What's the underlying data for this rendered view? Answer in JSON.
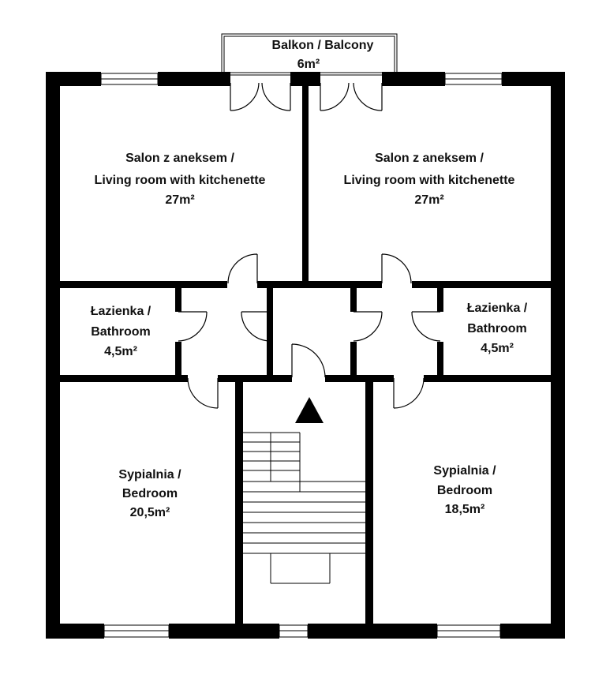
{
  "plan": {
    "balcony": {
      "line1": "Balkon / Balcony",
      "line2": "6m²"
    },
    "living_left": {
      "line1": "Salon z aneksem /",
      "line2": "Living room with kitchenette",
      "line3": "27m²"
    },
    "living_right": {
      "line1": "Salon z aneksem /",
      "line2": "Living room with kitchenette",
      "line3": "27m²"
    },
    "bath_left": {
      "line1": "Łazienka /",
      "line2": "Bathroom",
      "line3": "4,5m²"
    },
    "bath_right": {
      "line1": "Łazienka /",
      "line2": "Bathroom",
      "line3": "4,5m²"
    },
    "bedroom_left": {
      "line1": "Sypialnia /",
      "line2": "Bedroom",
      "line3": "20,5m²"
    },
    "bedroom_right": {
      "line1": "Sypialnia /",
      "line2": "Bedroom",
      "line3": "18,5m²"
    }
  },
  "icons": {
    "entrance": "entrance-arrow-icon",
    "stairs": "staircase-icon",
    "door": "door-swing-icon",
    "window": "window-icon"
  },
  "colors": {
    "walls": "#000000",
    "background": "#ffffff",
    "text": "#111111"
  }
}
